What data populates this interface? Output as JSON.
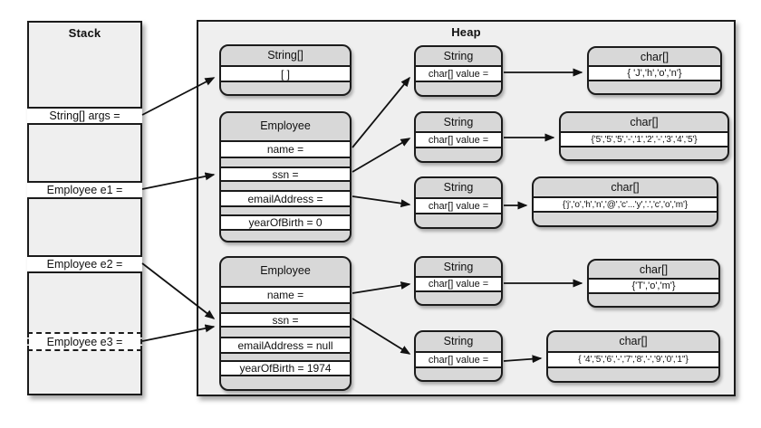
{
  "colors": {
    "panel_bg": "#efefef",
    "box_gray": "#d8d8d8",
    "cell_white": "#ffffff",
    "border": "#1b1b1b"
  },
  "stack": {
    "title": "Stack",
    "slots": [
      {
        "label": "String[] args ="
      },
      {
        "label": "Employee e1 ="
      },
      {
        "label": "Employee e2 ="
      },
      {
        "label": "Employee e3 ="
      }
    ]
  },
  "heap": {
    "title": "Heap",
    "string_array": {
      "title": "String[]",
      "value": "[ ]"
    },
    "employee1": {
      "title": "Employee",
      "fields": [
        "name =",
        "ssn =",
        "emailAddress =",
        "yearOfBirth = 0"
      ]
    },
    "employee2": {
      "title": "Employee",
      "fields": [
        "name =",
        "ssn =",
        "emailAddress = null",
        "yearOfBirth = 1974"
      ]
    },
    "string1": {
      "title": "String",
      "value": "char[] value ="
    },
    "string2": {
      "title": "String",
      "value": "char[] value ="
    },
    "string3": {
      "title": "String",
      "value": "char[] value ="
    },
    "string4": {
      "title": "String",
      "value": "char[] value ="
    },
    "string5": {
      "title": "String",
      "value": "char[] value ="
    },
    "chars1": {
      "title": "char[]",
      "value": "{ 'J','h','o','n'}"
    },
    "chars2": {
      "title": "char[]",
      "value": "{'5','5','5','-','1','2','-','3','4','5'}"
    },
    "chars3": {
      "title": "char[]",
      "value": "{'j','o','h','n','@','c'...'y','.','c','o','m'}"
    },
    "chars4": {
      "title": "char[]",
      "value": "{'T','o','m'}"
    },
    "chars5": {
      "title": "char[]",
      "value": "{ '4','5','6','-','7','8','-','9','0','1''}"
    }
  },
  "connections": [
    {
      "from": "stack:String[] args",
      "to": "heap:String[]"
    },
    {
      "from": "stack:Employee e1",
      "to": "heap:Employee#1"
    },
    {
      "from": "stack:Employee e2",
      "to": "heap:Employee#2"
    },
    {
      "from": "stack:Employee e3",
      "to": "heap:Employee#2"
    },
    {
      "from": "Employee#1:name",
      "to": "String#1"
    },
    {
      "from": "Employee#1:ssn",
      "to": "String#2"
    },
    {
      "from": "Employee#1:emailAddress",
      "to": "String#3"
    },
    {
      "from": "Employee#2:name",
      "to": "String#4"
    },
    {
      "from": "Employee#2:ssn",
      "to": "String#5"
    },
    {
      "from": "String#1:char[] value",
      "to": "char[]#1"
    },
    {
      "from": "String#2:char[] value",
      "to": "char[]#2"
    },
    {
      "from": "String#3:char[] value",
      "to": "char[]#3"
    },
    {
      "from": "String#4:char[] value",
      "to": "char[]#4"
    },
    {
      "from": "String#5:char[] value",
      "to": "char[]#5"
    }
  ]
}
